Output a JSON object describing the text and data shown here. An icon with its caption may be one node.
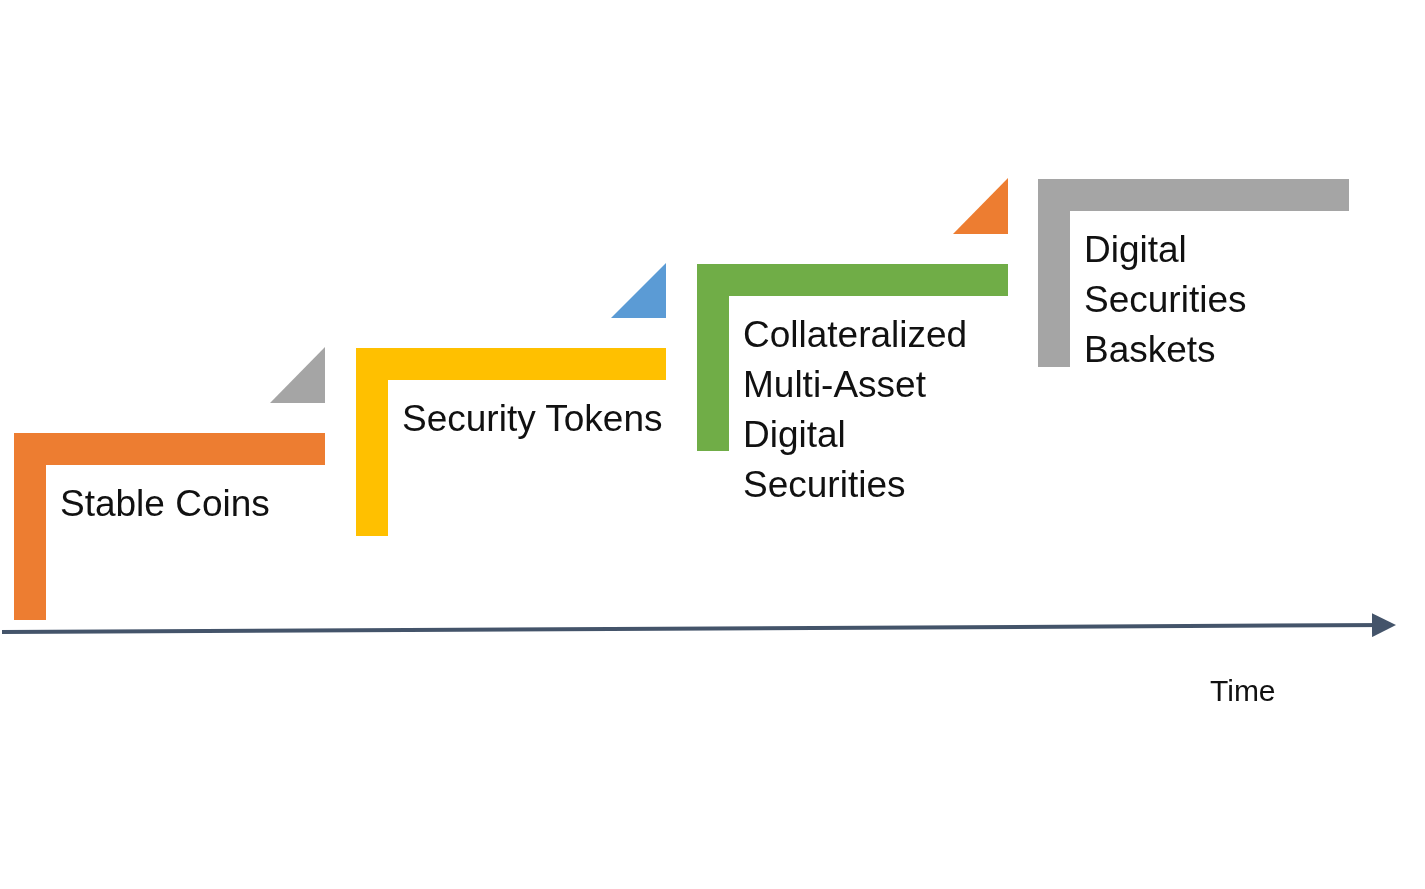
{
  "diagram": {
    "nodes": [
      {
        "text": [
          "Stable Coins"
        ]
      },
      {
        "text": [
          "Security Tokens"
        ]
      },
      {
        "text": [
          "Collateralized Multi-Asset Digital Securities"
        ]
      },
      {
        "text": [
          "Digital Securities Baskets"
        ]
      }
    ],
    "labels": [
      "Time"
    ]
  }
}
